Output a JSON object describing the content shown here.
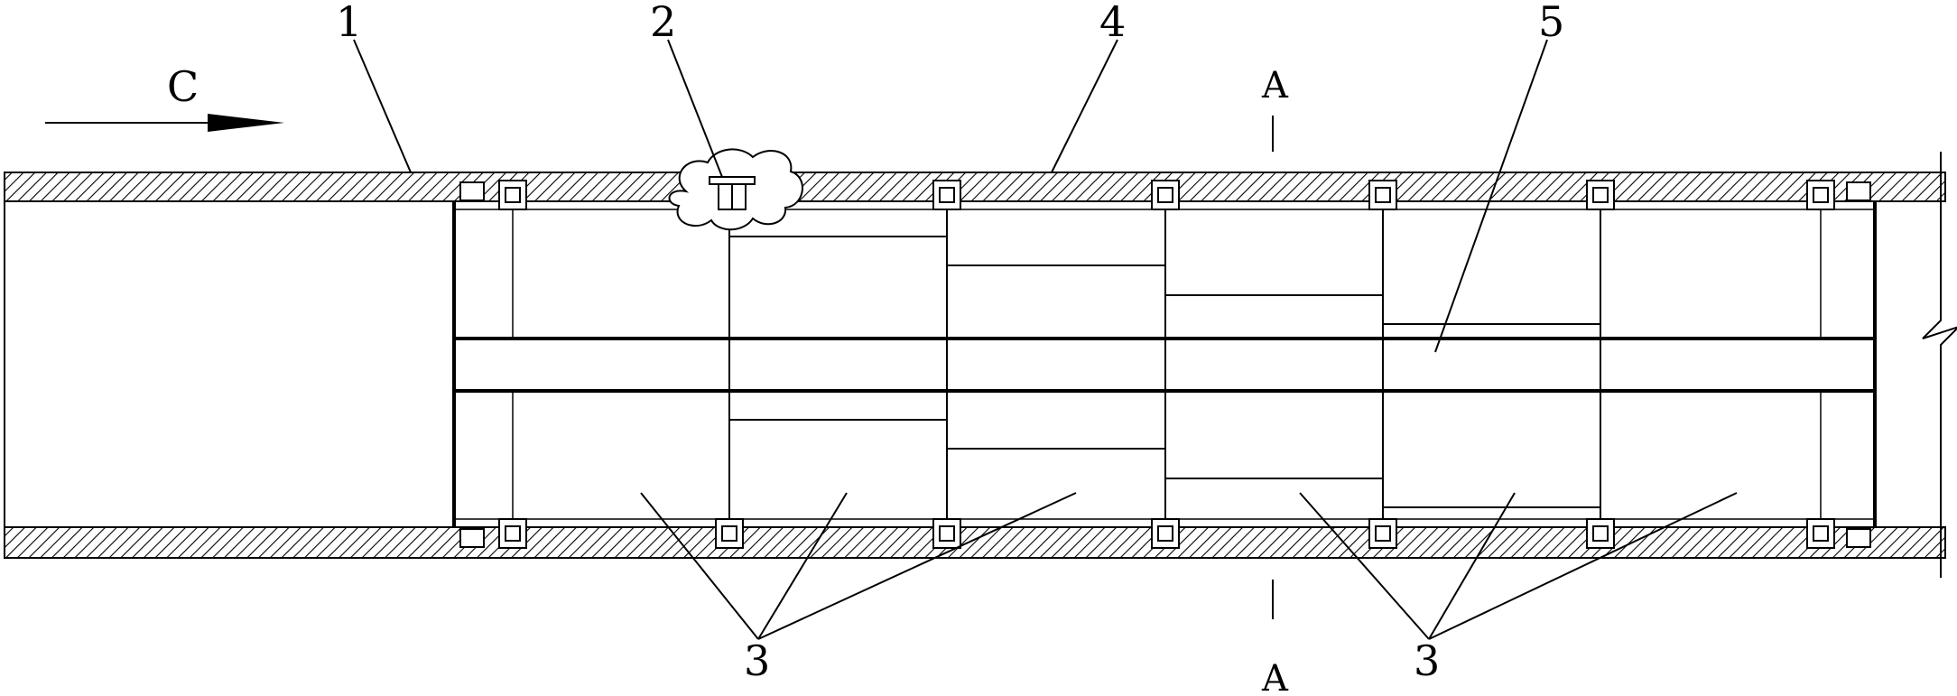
{
  "labels": {
    "flow": "C",
    "section_top": "A",
    "section_bottom": "A",
    "part1": "1",
    "part2": "2",
    "part3_left": "3",
    "part3_right": "3",
    "part4": "4",
    "part5": "5"
  },
  "colors": {
    "line": "#000000",
    "background": "#ffffff"
  }
}
